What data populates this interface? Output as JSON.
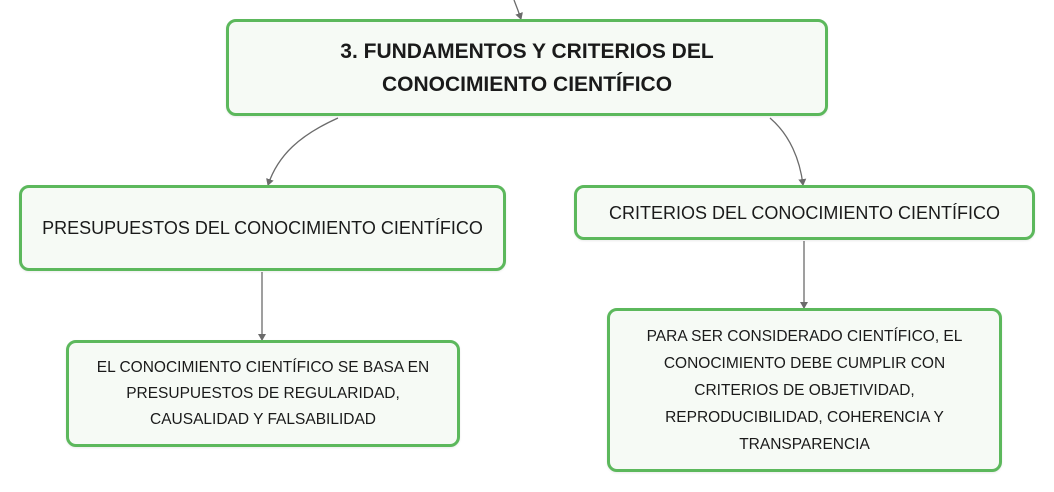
{
  "diagram": {
    "root": {
      "label": "3. FUNDAMENTOS Y CRITERIOS DEL CONOCIMIENTO CIENTÍFICO"
    },
    "branches": [
      {
        "label": "PRESUPUESTOS DEL CONOCIMIENTO CIENTÍFICO",
        "child": "EL CONOCIMIENTO CIENTÍFICO SE BASA EN PRESUPUESTOS DE REGULARIDAD, CAUSALIDAD Y FALSABILIDAD"
      },
      {
        "label": "CRITERIOS DEL CONOCIMIENTO CIENTÍFICO",
        "child": "PARA SER CONSIDERADO CIENTÍFICO, EL CONOCIMIENTO DEBE CUMPLIR CON CRITERIOS DE OBJETIVIDAD, REPRODUCIBILIDAD, COHERENCIA Y TRANSPARENCIA"
      }
    ],
    "colors": {
      "node_border": "#5cb85c",
      "node_fill": "#f6faf5",
      "connector": "#6b6b6b"
    }
  }
}
